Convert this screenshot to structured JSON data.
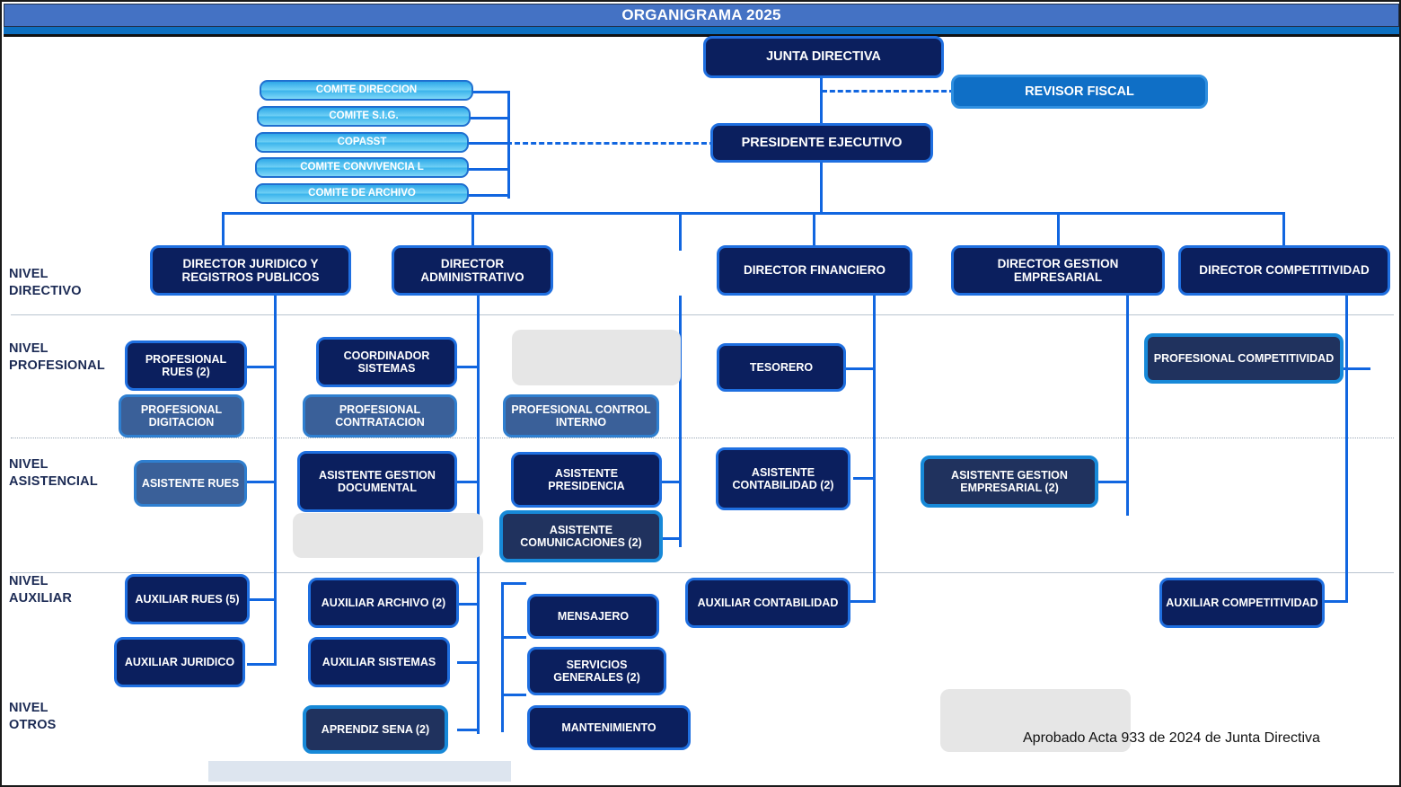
{
  "header": {
    "title": "ORGANIGRAMA 2025"
  },
  "levels": [
    {
      "id": "directivo",
      "label": "NIVEL\nDIRECTIVO"
    },
    {
      "id": "profesional",
      "label": "NIVEL\nPROFESIONAL"
    },
    {
      "id": "asistencial",
      "label": "NIVEL\nASISTENCIAL"
    },
    {
      "id": "auxiliar",
      "label": "NIVEL\nAUXILIAR"
    },
    {
      "id": "otros",
      "label": "NIVEL\nOTROS"
    }
  ],
  "top": {
    "junta_directiva": "JUNTA DIRECTIVA",
    "revisor_fiscal": "REVISOR FISCAL",
    "presidente_ejecutivo": "PRESIDENTE EJECUTIVO"
  },
  "committees": [
    "COMITE  DIRECCION",
    "COMITE  S.I.G.",
    "COPASST",
    "COMITE  CONVIVENCIA  L",
    "COMITE  DE ARCHIVO"
  ],
  "directors": [
    "DIRECTOR JURIDICO Y REGISTROS  PUBLICOS",
    "DIRECTOR ADMINISTRATIVO",
    "DIRECTOR FINANCIERO",
    "DIRECTOR GESTION EMPRESARIAL",
    "DIRECTOR COMPETITIVIDAD"
  ],
  "profesional": [
    "PROFESIONAL RUES  (2)",
    "PROFESIONAL DIGITACION",
    "COORDINADOR SISTEMAS",
    "PROFESIONAL CONTRATACION",
    "PROFESIONAL CONTROL INTERNO",
    "TESORERO",
    "PROFESIONAL COMPETITIVIDAD"
  ],
  "asistencial": [
    "ASISTENTE RUES",
    "ASISTENTE GESTION DOCUMENTAL",
    "ASISTENTE PRESIDENCIA",
    "ASISTENTE COMUNICACIONES  (2)",
    "ASISTENTE CONTABILIDAD (2)",
    "ASISTENTE GESTION EMPRESARIAL (2)"
  ],
  "auxiliar": [
    "AUXILIAR RUES  (5)",
    "AUXILIAR JURIDICO",
    "AUXILIAR ARCHIVO  (2)",
    "AUXILIAR SISTEMAS",
    "MENSAJERO",
    "SERVICIOS GENERALES  (2)",
    "MANTENIMIENTO",
    "AUXILIAR CONTABILIDAD",
    "AUXILIAR COMPETITIVIDAD"
  ],
  "otros": [
    "APRENDIZ SENA (2)"
  ],
  "footer": {
    "approval": "Aprobado Acta 933 de 2024 de Junta Directiva"
  },
  "colors": {
    "title_band": "#4472c4",
    "title_strip": "#0d6fc0",
    "navy": "#0b1f5e",
    "steel": "#3a6099",
    "deep_slate": "#20325e",
    "royal": "#0f6fc6",
    "connector": "#1166e0",
    "committee_light": "#6fd0f5",
    "placeholder": "#e6e6e6"
  }
}
